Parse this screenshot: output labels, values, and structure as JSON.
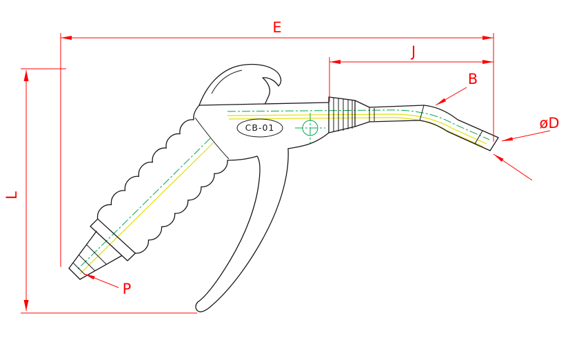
{
  "drawing": {
    "model_label": "CB-01",
    "labels": {
      "overall_length": "E",
      "nozzle_length": "J",
      "tube": "B",
      "tip_diameter": "øD",
      "overall_height": "L",
      "inlet": "P"
    },
    "colors": {
      "dimension": "#ff0000",
      "outline": "#161616",
      "centerline": "#00a650",
      "passage": "#e0e000",
      "background": "#ffffff"
    }
  }
}
